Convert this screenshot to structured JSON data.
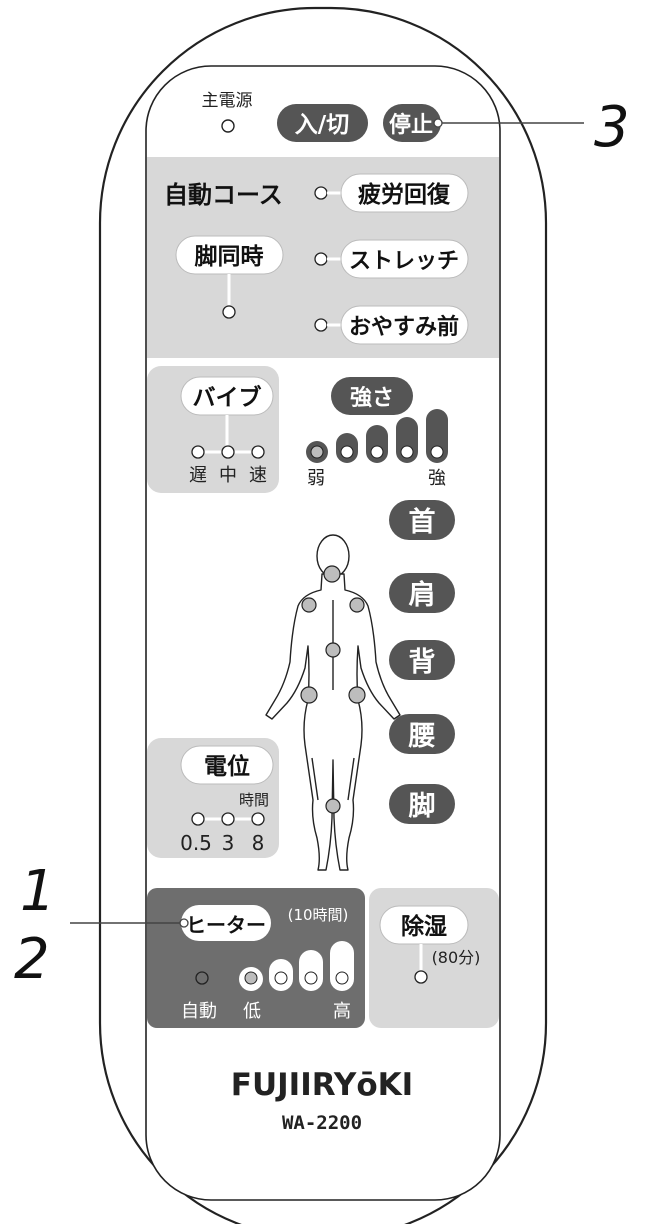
{
  "callouts": {
    "one": "1",
    "two": "2",
    "three": "3"
  },
  "power": {
    "label": "主電源",
    "on_off": "入/切",
    "stop": "停止"
  },
  "auto_course": {
    "label": "自動コース",
    "fatigue": "疲労回復",
    "stretch": "ストレッチ",
    "before_sleep": "おやすみ前"
  },
  "legs_simultaneous": "脚同時",
  "vibe": {
    "label": "バイブ",
    "slow": "遅",
    "mid": "中",
    "fast": "速"
  },
  "strength": {
    "label": "強さ",
    "weak": "弱",
    "strong": "強"
  },
  "body_parts": {
    "neck": "首",
    "shoulder": "肩",
    "back": "背",
    "waist": "腰",
    "legs": "脚"
  },
  "potential": {
    "label": "電位",
    "time_label": "時間",
    "t1": "0.5",
    "t2": "3",
    "t3": "8"
  },
  "heater": {
    "label": "ヒーター",
    "duration": "(10時間)",
    "auto": "自動",
    "low": "低",
    "high": "高"
  },
  "dehumid": {
    "label": "除湿",
    "duration": "(80分)"
  },
  "brand": {
    "name": "FUJIIRYōKI",
    "model": "WA-2200"
  },
  "colors": {
    "panel_gray": "#d8d8d8",
    "heater_dark": "#6e6e6e",
    "button_dark": "#555555",
    "led": "#bdbdbd"
  }
}
